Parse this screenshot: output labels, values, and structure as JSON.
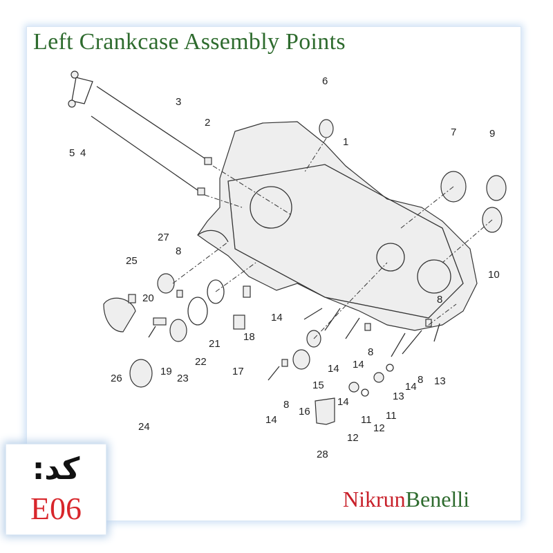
{
  "title": "Left Crankcase Assembly Points",
  "code_label": "کد:",
  "code_value": "E06",
  "brand": {
    "part1": "Nikrun",
    "part2": "Benelli"
  },
  "callouts": [
    {
      "text": "1"
    },
    {
      "text": "2"
    },
    {
      "text": "3"
    },
    {
      "text": "4"
    },
    {
      "text": "5"
    },
    {
      "text": "6"
    },
    {
      "text": "7"
    },
    {
      "text": "8"
    },
    {
      "text": "9"
    },
    {
      "text": "10"
    },
    {
      "text": "11"
    },
    {
      "text": "11"
    },
    {
      "text": "12"
    },
    {
      "text": "12"
    },
    {
      "text": "13"
    },
    {
      "text": "13"
    },
    {
      "text": "14"
    },
    {
      "text": "14"
    },
    {
      "text": "14"
    },
    {
      "text": "14"
    },
    {
      "text": "14"
    },
    {
      "text": "14"
    },
    {
      "text": "15"
    },
    {
      "text": "16"
    },
    {
      "text": "17"
    },
    {
      "text": "18"
    },
    {
      "text": "19"
    },
    {
      "text": "20"
    },
    {
      "text": "21"
    },
    {
      "text": "22"
    },
    {
      "text": "23"
    },
    {
      "text": "24"
    },
    {
      "text": "25"
    },
    {
      "text": "26"
    },
    {
      "text": "27"
    },
    {
      "text": "28"
    },
    {
      "text": "8"
    },
    {
      "text": "8"
    },
    {
      "text": "8"
    },
    {
      "text": "8"
    }
  ]
}
